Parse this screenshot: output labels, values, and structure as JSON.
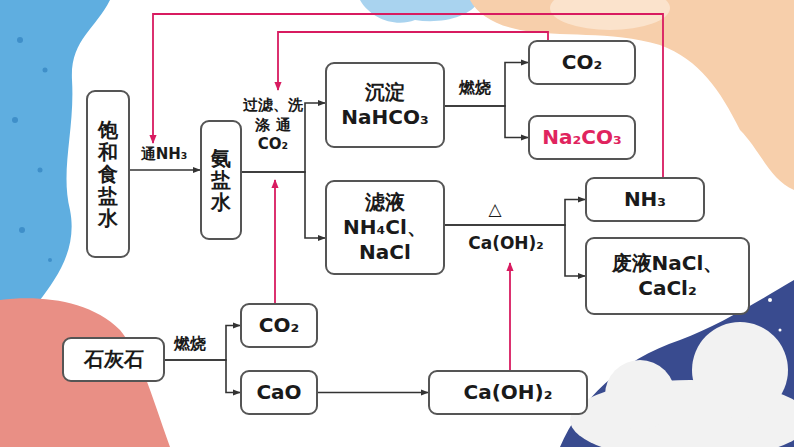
{
  "diagram": {
    "nodes": [
      {
        "text": [
          "饱和食盐水"
        ]
      },
      {
        "text": [
          "氨盐水"
        ]
      },
      {
        "text": [
          "沉淀 NaHCO₃"
        ]
      },
      {
        "text": [
          "CO₂"
        ]
      },
      {
        "text": [
          "Na₂CO₃"
        ]
      },
      {
        "text": [
          "滤液 NH₄Cl、NaCl"
        ]
      },
      {
        "text": [
          "NH₃"
        ]
      },
      {
        "text": [
          "废液NaCl、CaCl₂"
        ]
      },
      {
        "text": [
          "石灰石"
        ]
      },
      {
        "text": [
          "CO₂"
        ]
      },
      {
        "text": [
          "CaO"
        ]
      },
      {
        "text": [
          "Ca(OH)₂"
        ]
      }
    ],
    "edges": [
      {
        "from": 0,
        "to": 1,
        "arrow": "to",
        "label": "通NH₃"
      },
      {
        "from": 1,
        "to": 2,
        "arrow": "to",
        "label": "过滤、洗涤 通CO₂"
      },
      {
        "from": 1,
        "to": 5,
        "arrow": "to"
      },
      {
        "from": 2,
        "to": 3,
        "arrow": "to",
        "label": "燃烧"
      },
      {
        "from": 2,
        "to": 4,
        "arrow": "to"
      },
      {
        "from": 5,
        "to": 6,
        "arrow": "to",
        "label": "△"
      },
      {
        "from": 5,
        "to": 7,
        "arrow": "to",
        "label": "Ca(OH)₂"
      },
      {
        "from": 6,
        "to": 1,
        "arrow": "to"
      },
      {
        "from": 3,
        "to": 1,
        "arrow": "to"
      },
      {
        "from": 8,
        "to": 9,
        "arrow": "to",
        "label": "燃烧"
      },
      {
        "from": 8,
        "to": 10,
        "arrow": "to"
      },
      {
        "from": 10,
        "to": 11,
        "arrow": "to"
      },
      {
        "from": 9,
        "to": 1,
        "arrow": "to"
      },
      {
        "from": 11,
        "to": 5,
        "arrow": "to"
      }
    ]
  }
}
